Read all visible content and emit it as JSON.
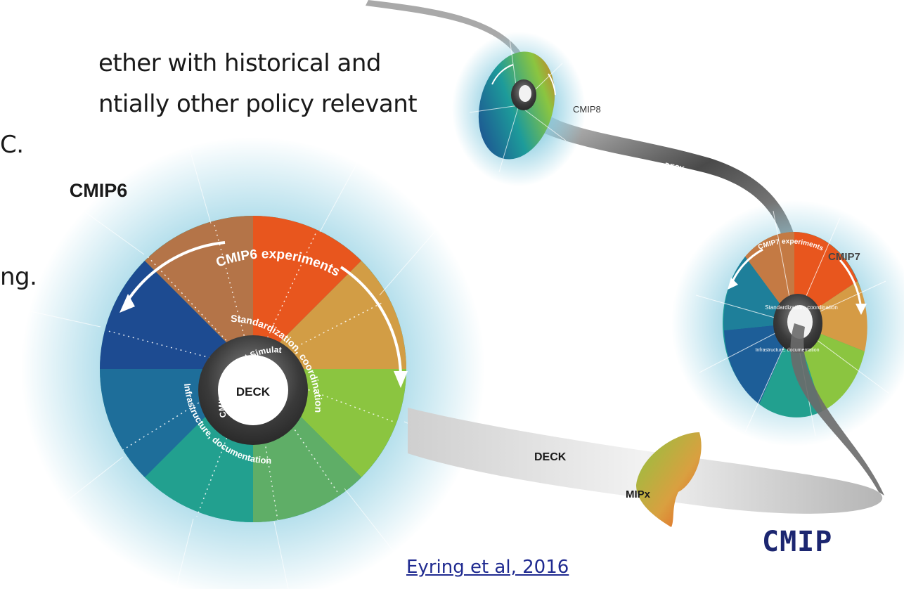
{
  "slide": {
    "lines": [
      "ether with historical and",
      "ntially other policy relevant",
      "C.",
      "ng."
    ]
  },
  "diagram": {
    "cmip6": {
      "title": "CMIP6",
      "experiments": "CMIP6 experiments",
      "standardization": "Standardization, coordination",
      "historical": "CMIP6 Historical Simulation",
      "infrastructure": "Infrastructure, documentation",
      "deck": "DECK"
    },
    "cmip7": {
      "title": "CMIP7",
      "experiments": "CMIP7 experiments",
      "standardization": "Standardization, coordination",
      "infrastructure": "Infrastructure, documentation"
    },
    "cmip8": {
      "title": "CMIP8"
    },
    "ribbon_labels": {
      "deck_lower": "DECK",
      "deck_upper": "DECK"
    },
    "mipx": "MIPx",
    "cmip": "CMIP"
  },
  "citation": "Eyring et al, 2016",
  "colors": {
    "orange": "#e8561e",
    "yellow_green": "#8bc540",
    "teal": "#1d9b9a",
    "navy": "#1d3d8f",
    "halo": "#7fc8de",
    "title_navy": "#1c2670",
    "link": "#1f2a90"
  }
}
